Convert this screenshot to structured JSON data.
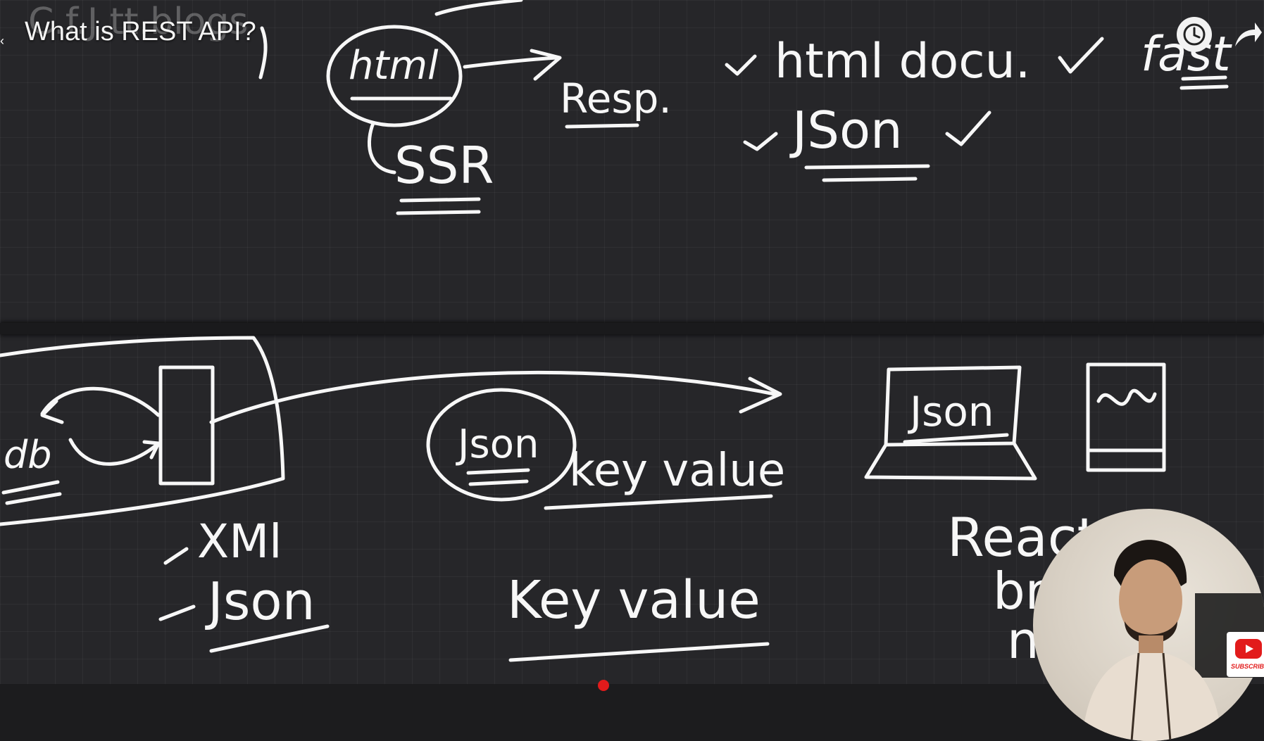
{
  "video": {
    "title": "What is REST API?",
    "watch_later_icon": "clock-icon",
    "share_icon": "share-arrow-icon"
  },
  "whiteboard": {
    "top": {
      "faded_word": "C.f.J.tt.blogs",
      "bubble": "html",
      "arrow_target": "Resp.",
      "below_bubble": "SSR",
      "check_list": [
        "html docu.",
        "JSon"
      ],
      "right_word": "fast"
    },
    "bottom": {
      "box_left_label": "db",
      "formats": [
        "XMl",
        "Json"
      ],
      "bubble": "Json",
      "bubble_caption": "key value",
      "center_caption": "Key value",
      "laptop_label": "Json",
      "react_label": "React",
      "partial_1": "br",
      "partial_2": "n"
    }
  },
  "overlay": {
    "subscribe_label": "SUBSCRIBE",
    "brand_color": "#e21b1b"
  }
}
